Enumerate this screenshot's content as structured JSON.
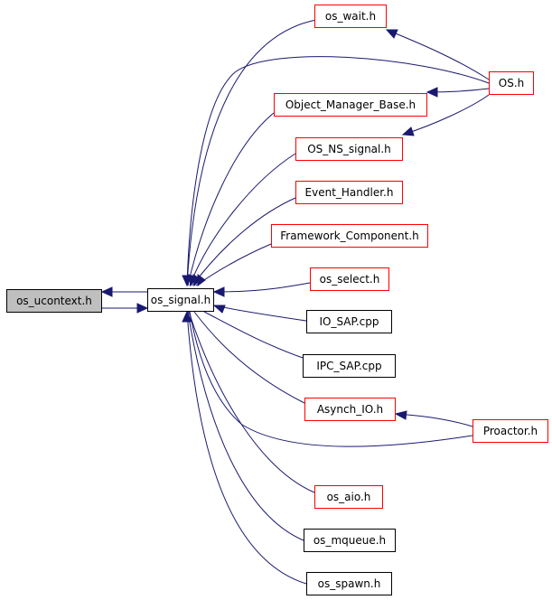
{
  "diagram": {
    "type": "include-dependency-graph",
    "nodes": {
      "os_ucontext": {
        "label": "os_ucontext.h",
        "style": "gray"
      },
      "os_signal": {
        "label": "os_signal.h",
        "style": "plain"
      },
      "os_wait": {
        "label": "os_wait.h",
        "style": "red"
      },
      "OS": {
        "label": "OS.h",
        "style": "red"
      },
      "Object_Manager_Base": {
        "label": "Object_Manager_Base.h",
        "style": "red"
      },
      "OS_NS_signal": {
        "label": "OS_NS_signal.h",
        "style": "red"
      },
      "Event_Handler": {
        "label": "Event_Handler.h",
        "style": "red"
      },
      "Framework_Component": {
        "label": "Framework_Component.h",
        "style": "red"
      },
      "os_select": {
        "label": "os_select.h",
        "style": "red"
      },
      "IO_SAP": {
        "label": "IO_SAP.cpp",
        "style": "plain"
      },
      "IPC_SAP": {
        "label": "IPC_SAP.cpp",
        "style": "plain"
      },
      "Asynch_IO": {
        "label": "Asynch_IO.h",
        "style": "red"
      },
      "Proactor": {
        "label": "Proactor.h",
        "style": "red"
      },
      "os_aio": {
        "label": "os_aio.h",
        "style": "red"
      },
      "os_mqueue": {
        "label": "os_mqueue.h",
        "style": "plain"
      },
      "os_spawn": {
        "label": "os_spawn.h",
        "style": "plain"
      }
    },
    "edges": [
      {
        "from": "os_signal",
        "to": "os_ucontext"
      },
      {
        "from": "os_ucontext",
        "to": "os_signal"
      },
      {
        "from": "os_wait",
        "to": "os_signal"
      },
      {
        "from": "OS",
        "to": "os_signal"
      },
      {
        "from": "Object_Manager_Base",
        "to": "os_signal"
      },
      {
        "from": "OS_NS_signal",
        "to": "os_signal"
      },
      {
        "from": "Event_Handler",
        "to": "os_signal"
      },
      {
        "from": "Framework_Component",
        "to": "os_signal"
      },
      {
        "from": "os_select",
        "to": "os_signal"
      },
      {
        "from": "IO_SAP",
        "to": "os_signal"
      },
      {
        "from": "IPC_SAP",
        "to": "os_signal"
      },
      {
        "from": "Asynch_IO",
        "to": "os_signal"
      },
      {
        "from": "Proactor",
        "to": "os_signal"
      },
      {
        "from": "os_aio",
        "to": "os_signal"
      },
      {
        "from": "os_mqueue",
        "to": "os_signal"
      },
      {
        "from": "os_spawn",
        "to": "os_signal"
      },
      {
        "from": "OS",
        "to": "os_wait"
      },
      {
        "from": "OS",
        "to": "Object_Manager_Base"
      },
      {
        "from": "OS",
        "to": "OS_NS_signal"
      },
      {
        "from": "Proactor",
        "to": "Asynch_IO"
      }
    ],
    "colors": {
      "edge": "#191970",
      "link_border": "#ff0000",
      "plain_border": "#000000",
      "focus_fill": "#bfbfbf",
      "background": "#ffffff"
    }
  }
}
